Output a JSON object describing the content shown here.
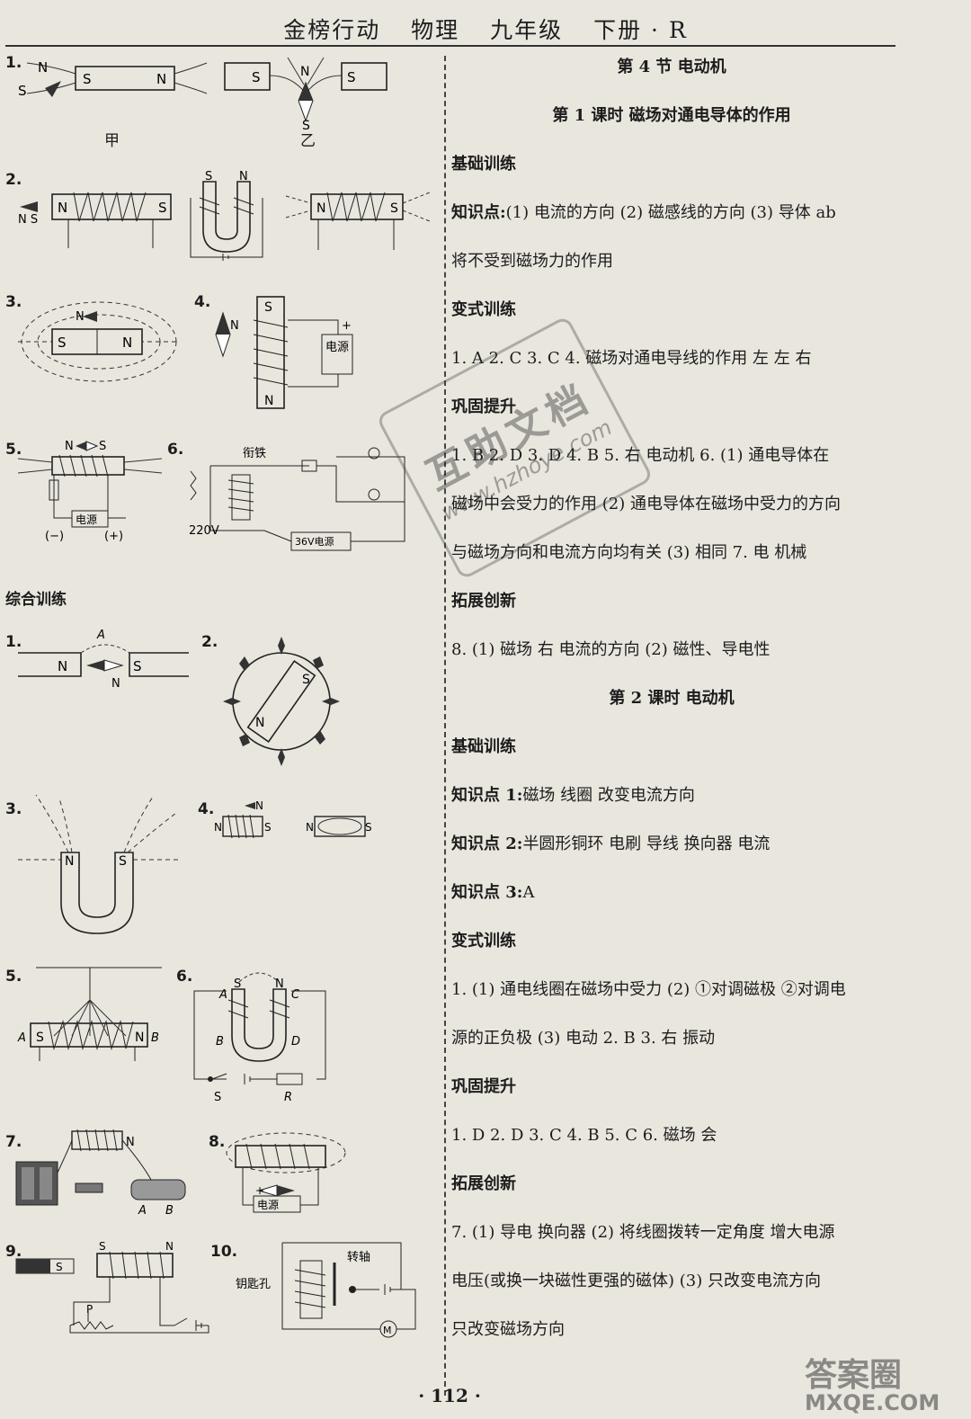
{
  "header": {
    "book": "金榜行动",
    "subject": "物理",
    "grade": "九年级",
    "volume": "下册 · R"
  },
  "left": {
    "q1": "1.",
    "q1_jia": "甲",
    "q1_yi": "乙",
    "q2": "2.",
    "q3": "3.",
    "q4": "4.",
    "q5": "5.",
    "q6": "6.",
    "power": "电源",
    "power_minus": "(−)",
    "power_plus": "(+)",
    "armature": "衔铁",
    "v220": "220V",
    "v36": "36V电源",
    "section_comprehensive": "综合训练",
    "c1": "1.",
    "c2": "2.",
    "c3": "3.",
    "c4": "4.",
    "c5": "5.",
    "c6": "6.",
    "c7": "7.",
    "c8": "8.",
    "c9": "9.",
    "c10": "10.",
    "keyhole": "钥匙孔",
    "shaft": "转轴",
    "motor": "M",
    "pole_n": "N",
    "pole_s": "S",
    "label_a": "A",
    "label_b": "B",
    "label_c": "C",
    "label_d": "D",
    "label_r": "R",
    "label_p": "P"
  },
  "right": {
    "section_title": "第 4 节   电动机",
    "lesson1_title": "第 1 课时   磁场对通电导体的作用",
    "l1_basic": "基础训练",
    "l1_kp_label": "知识点:",
    "l1_kp_text": "(1) 电流的方向   (2) 磁感线的方向   (3) 导体 ab",
    "l1_kp_text2": "将不受到磁场力的作用",
    "l1_var": "变式训练",
    "l1_var_text": "1. A  2. C  3. C  4. 磁场对通电导线的作用   左   左   右",
    "l1_con": "巩固提升",
    "l1_con_text1": "1. B  2. D  3. D  4. B   5. 右   电动机   6. (1) 通电导体在",
    "l1_con_text2": "磁场中会受力的作用   (2) 通电导体在磁场中受力的方向",
    "l1_con_text3": "与磁场方向和电流方向均有关   (3) 相同   7. 电   机械",
    "l1_ext": "拓展创新",
    "l1_ext_text": "8. (1) 磁场   右   电流的方向   (2) 磁性、导电性",
    "lesson2_title": "第 2 课时   电动机",
    "l2_basic": "基础训练",
    "l2_kp1_label": "知识点 1:",
    "l2_kp1_text": "磁场   线圈   改变电流方向",
    "l2_kp2_label": "知识点 2:",
    "l2_kp2_text": "半圆形铜环   电刷   导线   换向器   电流",
    "l2_kp3_label": "知识点 3:",
    "l2_kp3_text": "A",
    "l2_var": "变式训练",
    "l2_var_text1": "1. (1) 通电线圈在磁场中受力   (2) ①对调磁极   ②对调电",
    "l2_var_text2": "源的正负极   (3) 电动   2. B   3. 右   振动",
    "l2_con": "巩固提升",
    "l2_con_text": "1. D   2. D   3. C   4. B   5. C   6. 磁场   会",
    "l2_ext": "拓展创新",
    "l2_ext_text1": "7. (1) 导电   换向器   (2) 将线圈拨转一定角度   增大电源",
    "l2_ext_text2": "电压(或换一块磁性更强的磁体)   (3) 只改变电流方向",
    "l2_ext_text3": "只改变磁场方向"
  },
  "page_number": "· 112 ·",
  "stamp": {
    "big": "互助文档",
    "small": "www.hzhoye.com"
  },
  "watermark": {
    "line1": "答案圈",
    "line2": "MXQE.COM"
  }
}
